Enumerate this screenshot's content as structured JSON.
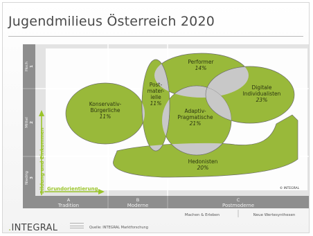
{
  "title": "Jugendmilieus Österreich 2020",
  "colors": {
    "milieu_fill": "#99b93a",
    "overlap_fill": "#c8c8c8",
    "axis_band": "#8e8e8e",
    "grid_bg": "#e3e3e3",
    "label_green": "#9ac42a"
  },
  "y_axis": {
    "label": "Bildung und Einkommen",
    "levels": [
      {
        "word": "Hoch",
        "num": "1"
      },
      {
        "word": "Mittel",
        "num": "2"
      },
      {
        "word": "Niedrig",
        "num": "3"
      }
    ]
  },
  "x_axis": {
    "label": "Grundorientierung",
    "columns": [
      {
        "letter": "A",
        "word": "Tradition"
      },
      {
        "letter": "B",
        "word": "Moderne"
      },
      {
        "letter": "C",
        "word": "Postmoderne"
      }
    ],
    "sub_columns": [
      "Machen & Erleben",
      "Neue Wertesynthesen"
    ]
  },
  "milieus": [
    {
      "name_lines": [
        "Konservativ-",
        "Bürgerliche"
      ],
      "share": "11%"
    },
    {
      "name_lines": [
        "Post-",
        "mater-",
        "ielle"
      ],
      "share": "11%"
    },
    {
      "name_lines": [
        "Performer"
      ],
      "share": "14%"
    },
    {
      "name_lines": [
        "Digitale",
        "Individualisten"
      ],
      "share": "23%"
    },
    {
      "name_lines": [
        "Adaptiv-",
        "Pragmatische"
      ],
      "share": "21%"
    },
    {
      "name_lines": [
        "Hedonisten"
      ],
      "share": "20%"
    }
  ],
  "copyright": "© INTEGRAL",
  "footer": {
    "logo": "INTEGRAL",
    "source": "Quelle: INTEGRAL Marktforschung"
  }
}
